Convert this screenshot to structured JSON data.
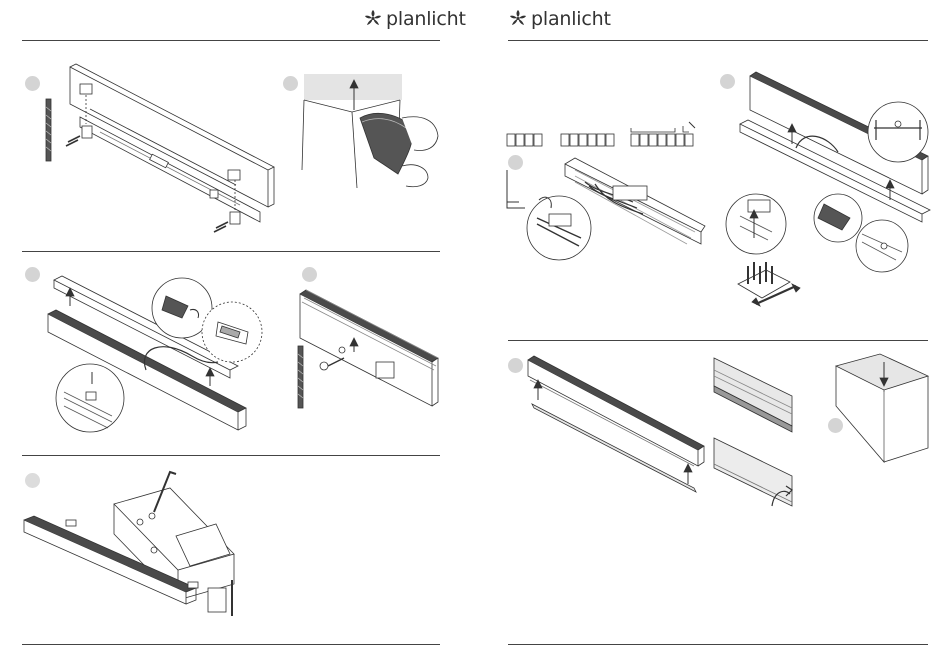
{
  "brand": {
    "name": "planlicht",
    "mark": "planlicht-logo-icon",
    "ink": "#333333",
    "accent": "#888888"
  },
  "colors": {
    "line": "#333333",
    "profile_dark": "#4a4a4a",
    "badge": "#d4d4d4",
    "rule": "#444444"
  },
  "steps": {
    "left": [
      "mount-brackets",
      "remove-film",
      "clip-gear-tray",
      "ceiling-screw",
      "side-mount"
    ],
    "right": [
      "wire-terminal",
      "connect-driver-tray",
      "insert-diffuser",
      "end-cap"
    ]
  }
}
